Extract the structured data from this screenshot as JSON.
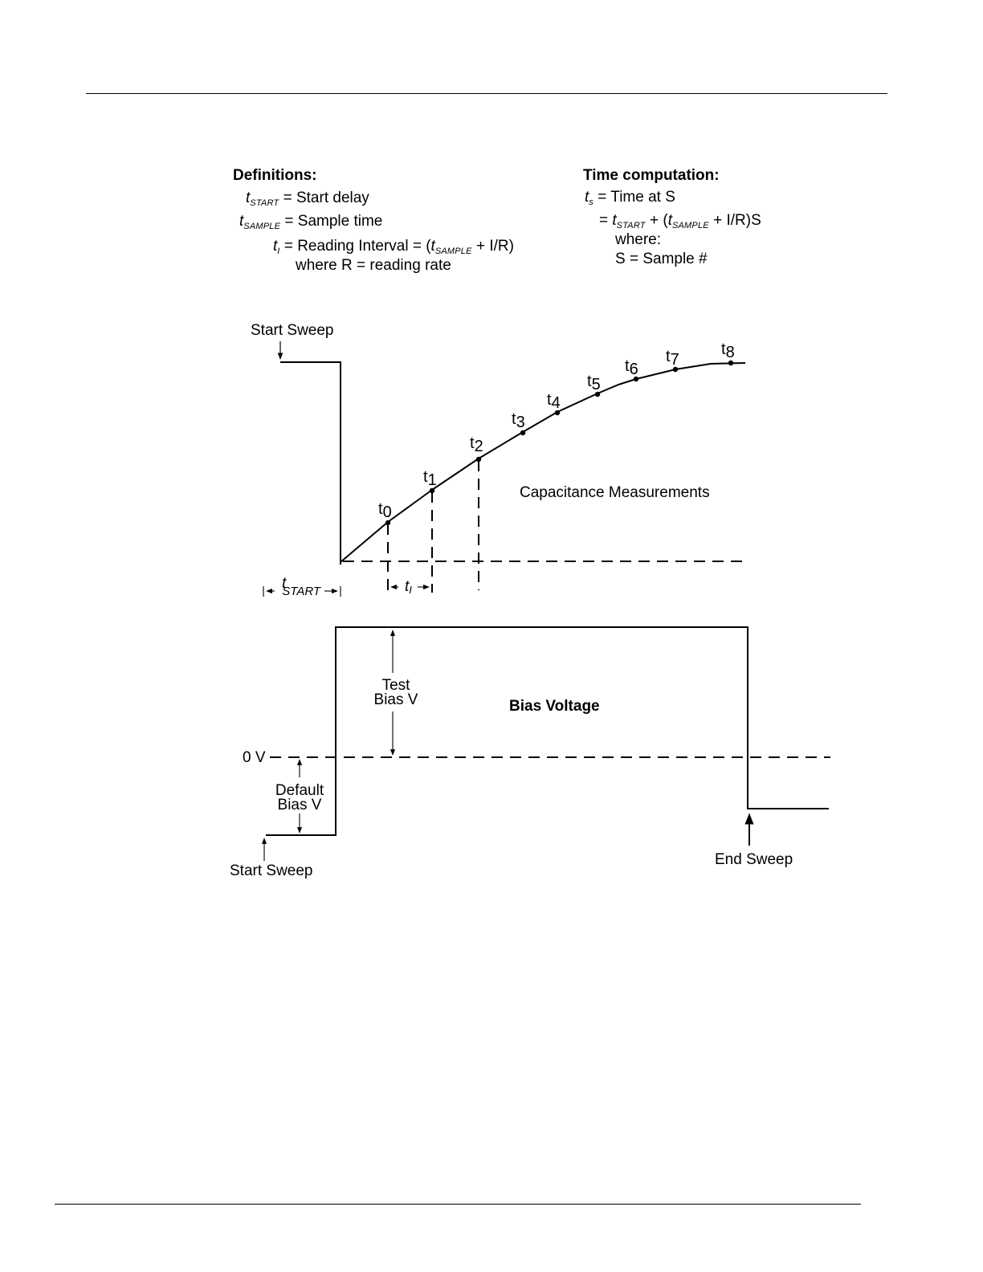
{
  "definitions": {
    "heading": "Definitions:",
    "start_delay": {
      "symbol": "t",
      "sub": "START",
      "text": " = Start delay"
    },
    "sample_time": {
      "symbol": "t",
      "sub": "SAMPLE",
      "text": " = Sample time"
    },
    "reading_interval": {
      "symbol": "t",
      "sub": "I",
      "text": " = Reading Interval =  (",
      "inner_symbol": "t",
      "inner_sub": "SAMPLE",
      "tail": " + I/R)"
    },
    "rate_note": "where R = reading rate"
  },
  "time_computation": {
    "heading": "Time computation:",
    "ts": {
      "symbol": "t",
      "sub": "s",
      "text": " =  Time at S"
    },
    "formula": {
      "eq": "=  ",
      "symbol": "t",
      "sub": "START",
      "mid": " + (",
      "symbol2": "t",
      "sub2": "SAMPLE",
      "tail": " + I/R)S"
    },
    "where": "where:",
    "sample_def": "S = Sample #"
  },
  "capacitance": {
    "title": "Capacitance Measurements",
    "start_sweep": "Start Sweep",
    "samples": [
      {
        "base": "t",
        "sub": "0"
      },
      {
        "base": "t",
        "sub": "1"
      },
      {
        "base": "t",
        "sub": "2"
      },
      {
        "base": "t",
        "sub": "3"
      },
      {
        "base": "t",
        "sub": "4"
      },
      {
        "base": "t",
        "sub": "5"
      },
      {
        "base": "t",
        "sub": "6"
      },
      {
        "base": "t",
        "sub": "7"
      },
      {
        "base": "t",
        "sub": "8"
      }
    ],
    "tstart_label": {
      "base": "t",
      "sub": "START"
    },
    "ti_label": {
      "base": "t",
      "sub": "I"
    }
  },
  "bias": {
    "title": "Bias Voltage",
    "zero_label": "0 V",
    "test_bias_line1": "Test",
    "test_bias_line2": "Bias V",
    "default_bias_line1": "Default",
    "default_bias_line2": "Bias V",
    "start_sweep": "Start Sweep",
    "end_sweep": "End Sweep"
  }
}
